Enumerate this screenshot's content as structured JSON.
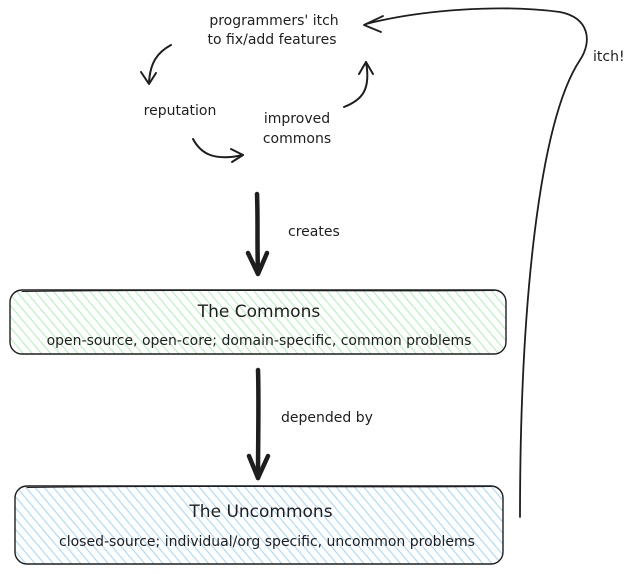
{
  "cycle": {
    "itch_line1": "programmers' itch",
    "itch_line2": "to fix/add features",
    "reputation": "reputation",
    "improved_line1": "improved",
    "improved_line2": "commons"
  },
  "edges": {
    "creates": "creates",
    "depended_by": "depended by",
    "itch_return": "itch!"
  },
  "commons_box": {
    "title": "The Commons",
    "subtitle": "open-source, open-core; domain-specific, common problems",
    "fill_color": "#b2f2bb"
  },
  "uncommons_box": {
    "title": "The Uncommons",
    "subtitle": "closed-source; individual/org specific, uncommon problems",
    "fill_color": "#a5d8ff"
  },
  "stroke_color": "#1e1e1e"
}
